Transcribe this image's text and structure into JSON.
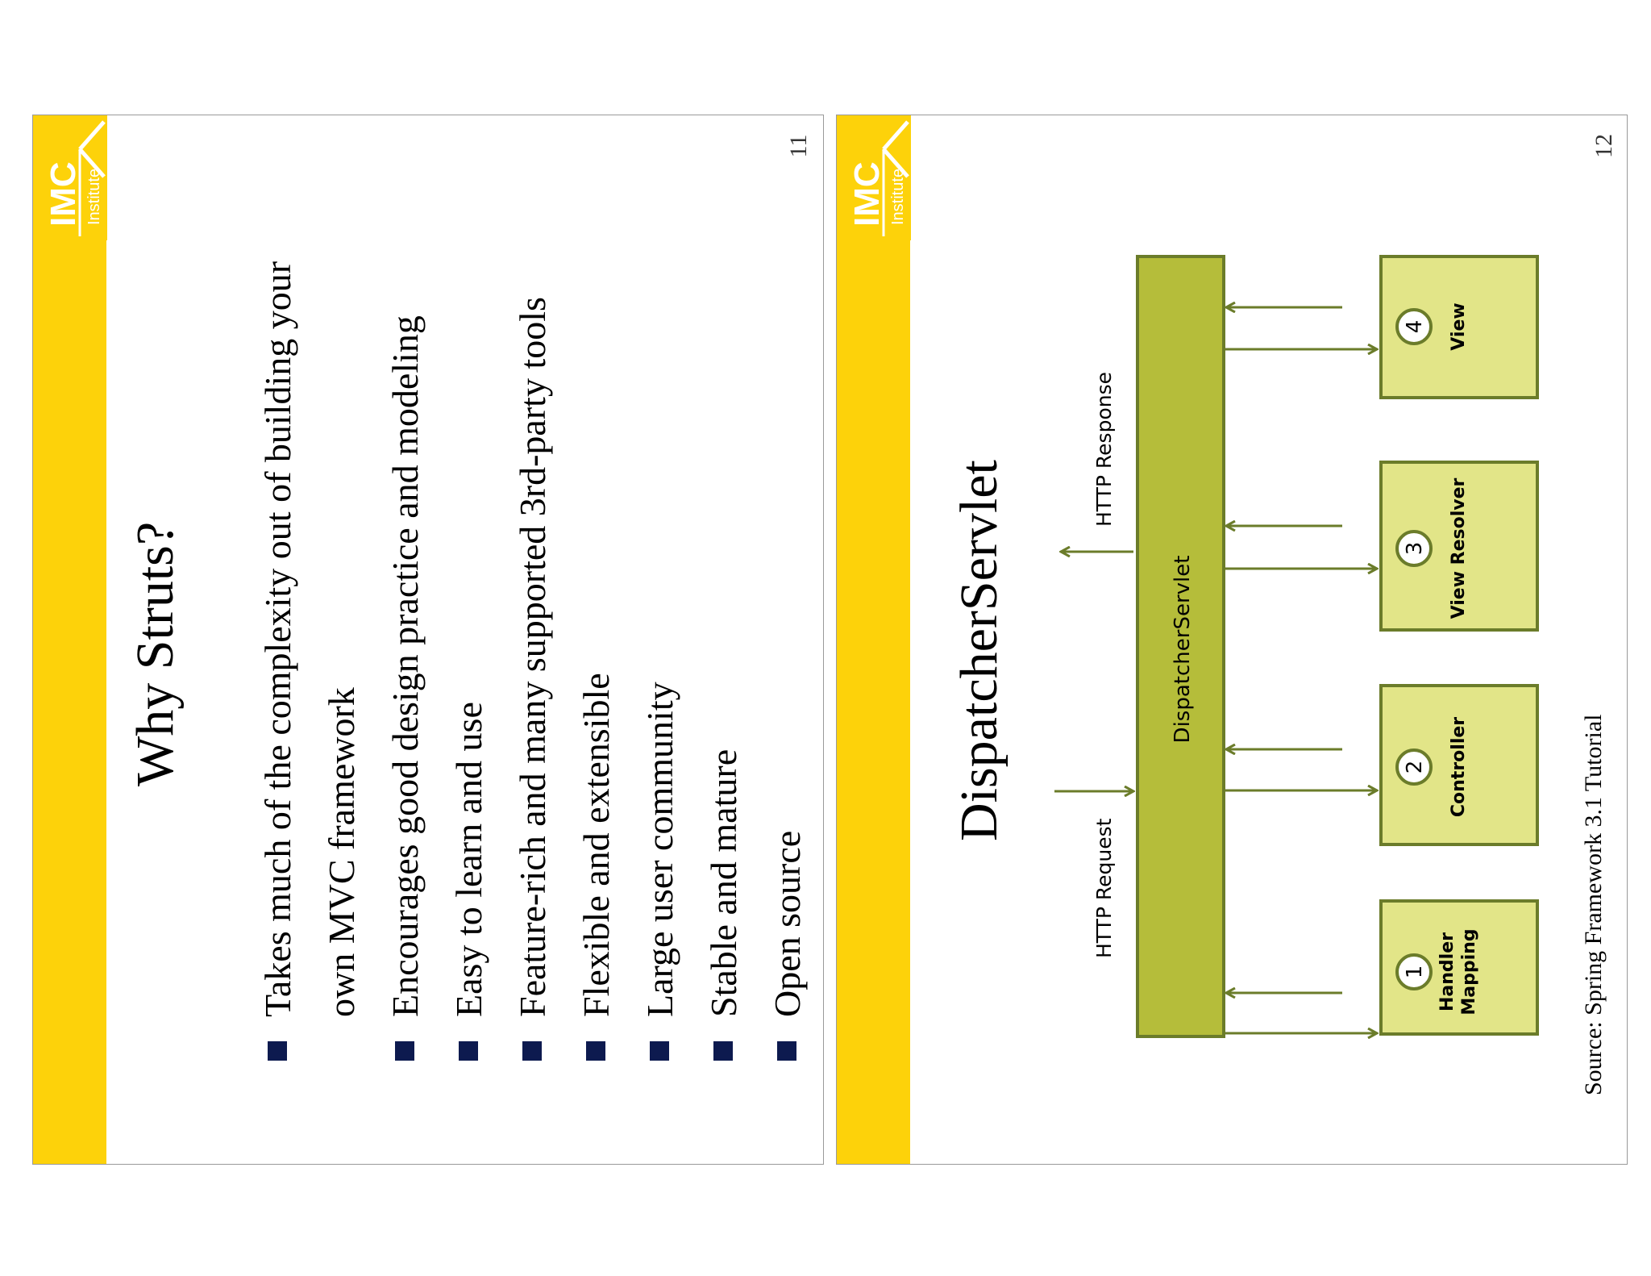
{
  "logo": {
    "brand": "IMC",
    "sub": "Institute"
  },
  "slide11": {
    "title": "Why Struts?",
    "bullets": [
      "Takes much of the complexity out of building your",
      "own MVC framework",
      "Encourages good design practice and modeling",
      "Easy to learn and use",
      "Feature-rich and many supported 3rd-party tools",
      "Flexible and extensible",
      "Large user community",
      "Stable and mature",
      "Open source"
    ],
    "page_number": "11"
  },
  "slide12": {
    "title": "DispatcherServlet",
    "diagram": {
      "central": "DispatcherServlet",
      "http_request": "HTTP Request",
      "http_response": "HTTP Response",
      "boxes": [
        {
          "num": "1",
          "line1": "Handler",
          "line2": "Mapping"
        },
        {
          "num": "2",
          "line1": "Controller",
          "line2": ""
        },
        {
          "num": "3",
          "line1": "View Resolver",
          "line2": ""
        },
        {
          "num": "4",
          "line1": "View",
          "line2": ""
        }
      ],
      "colors": {
        "bar": "#b5bd3a",
        "box": "#e2e588",
        "stroke": "#6b7c2a"
      }
    },
    "source": "Source: Spring Framework 3.1 Tutorial",
    "page_number": "12"
  }
}
